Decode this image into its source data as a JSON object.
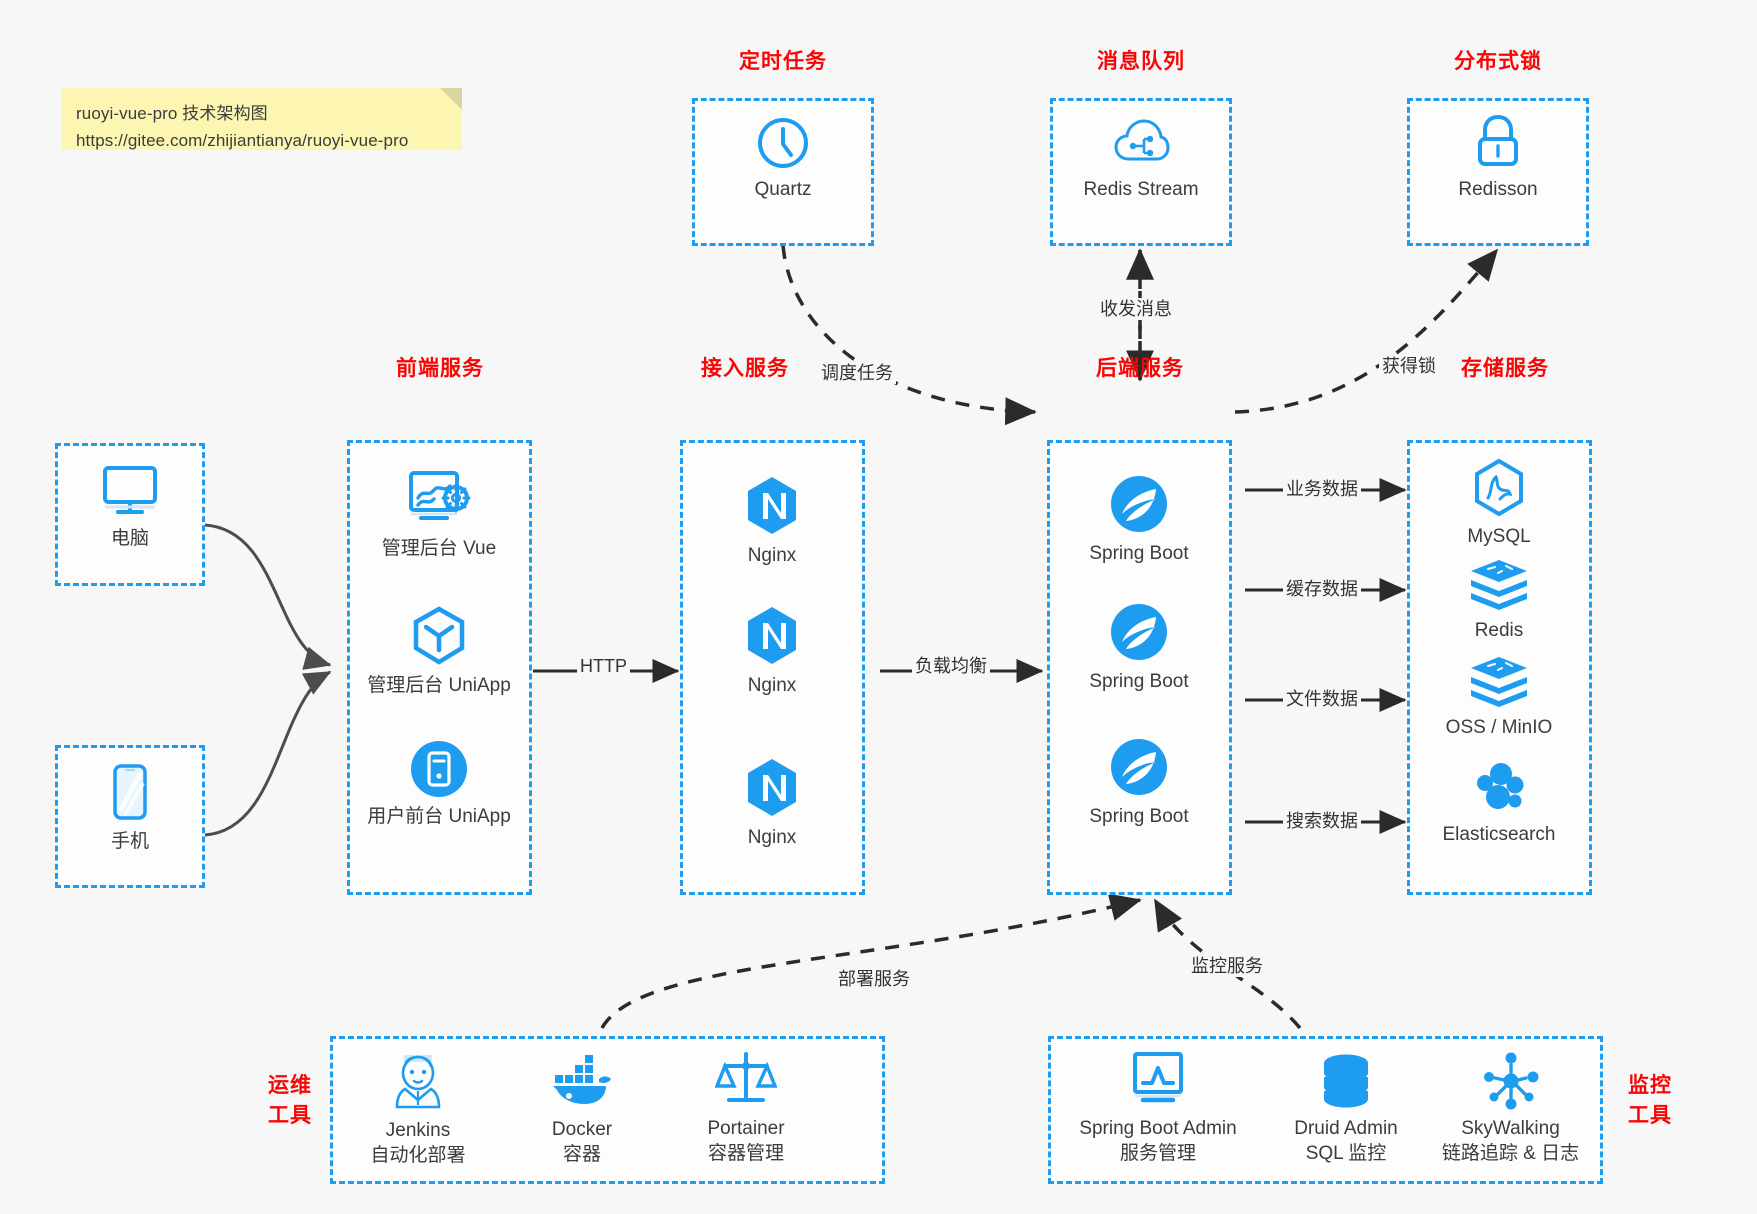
{
  "note": {
    "line1": "ruoyi-vue-pro 技术架构图",
    "line2": "https://gitee.com/zhijiantianya/ruoyi-vue-pro"
  },
  "groups": {
    "scheduled": "定时任务",
    "mq": "消息队列",
    "lock": "分布式锁",
    "frontend": "前端服务",
    "gateway": "接入服务",
    "backend": "后端服务",
    "storage": "存储服务",
    "devops_line1": "运维",
    "devops_line2": "工具",
    "monitor_line1": "监控",
    "monitor_line2": "工具"
  },
  "nodes": {
    "quartz": "Quartz",
    "redis_stream": "Redis Stream",
    "redisson": "Redisson",
    "pc": "电脑",
    "phone": "手机",
    "admin_vue": "管理后台 Vue",
    "admin_uniapp": "管理后台 UniApp",
    "user_uniapp": "用户前台 UniApp",
    "nginx1": "Nginx",
    "nginx2": "Nginx",
    "nginx3": "Nginx",
    "springboot1": "Spring Boot",
    "springboot2": "Spring Boot",
    "springboot3": "Spring Boot",
    "mysql": "MySQL",
    "redis": "Redis",
    "oss": "OSS / MinIO",
    "elasticsearch": "Elasticsearch",
    "jenkins_name": "Jenkins",
    "jenkins_desc": "自动化部署",
    "docker_name": "Docker",
    "docker_desc": "容器",
    "portainer_name": "Portainer",
    "portainer_desc": "容器管理",
    "sba_name": "Spring Boot Admin",
    "sba_desc": "服务管理",
    "druid_name": "Druid Admin",
    "druid_desc": "SQL 监控",
    "skywalking_name": "SkyWalking",
    "skywalking_desc": "链路追踪 & 日志"
  },
  "edges": {
    "http": "HTTP",
    "load_balance": "负载均衡",
    "schedule_task": "调度任务",
    "send_recv_msg": "收发消息",
    "acquire_lock": "获得锁",
    "business_data": "业务数据",
    "cache_data": "缓存数据",
    "file_data": "文件数据",
    "search_data": "搜索数据",
    "deploy_service": "部署服务",
    "monitor_service": "监控服务"
  },
  "colors": {
    "accent_blue": "#1e9cf0",
    "label_red": "#fa0505",
    "note_yellow": "#fdf6b2",
    "background": "#f7f7f7",
    "text": "#3c3c3c",
    "edge_dark": "#333333",
    "edge_gray": "#4d4d4d"
  }
}
